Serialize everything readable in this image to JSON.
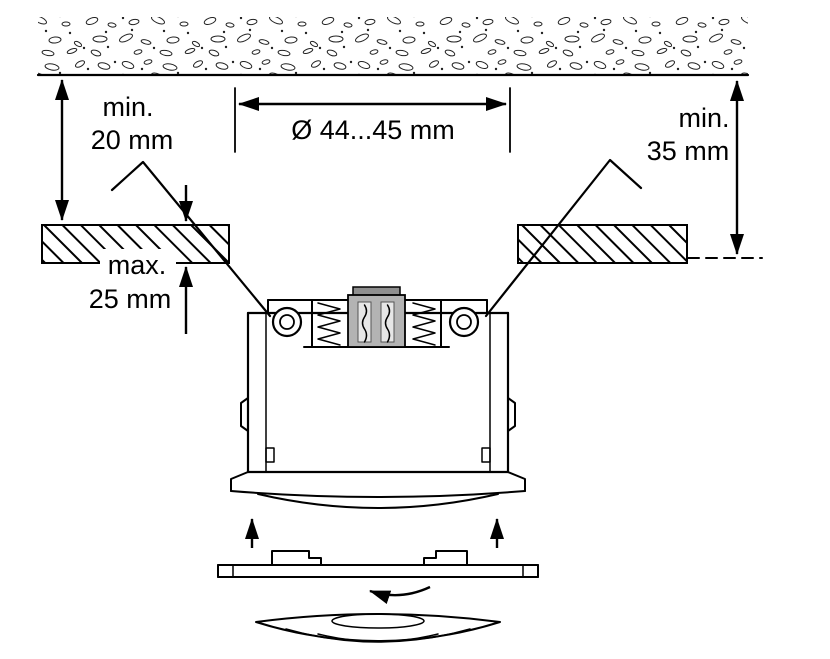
{
  "figure": {
    "labels": {
      "min_depth_left": {
        "line1": "min.",
        "line2": "20 mm"
      },
      "hole_diameter": "Ø 44...45 mm",
      "min_depth_right": {
        "line1": "min.",
        "line2": "35 mm"
      },
      "max_panel_thickness": {
        "line1": "max.",
        "line2": "25 mm"
      }
    },
    "colors": {
      "ink": "#000000",
      "clamp_block": "#b3b3b3",
      "clamp_cap": "#8f8f8f",
      "clamp_slot": "#e6e6e6"
    }
  }
}
